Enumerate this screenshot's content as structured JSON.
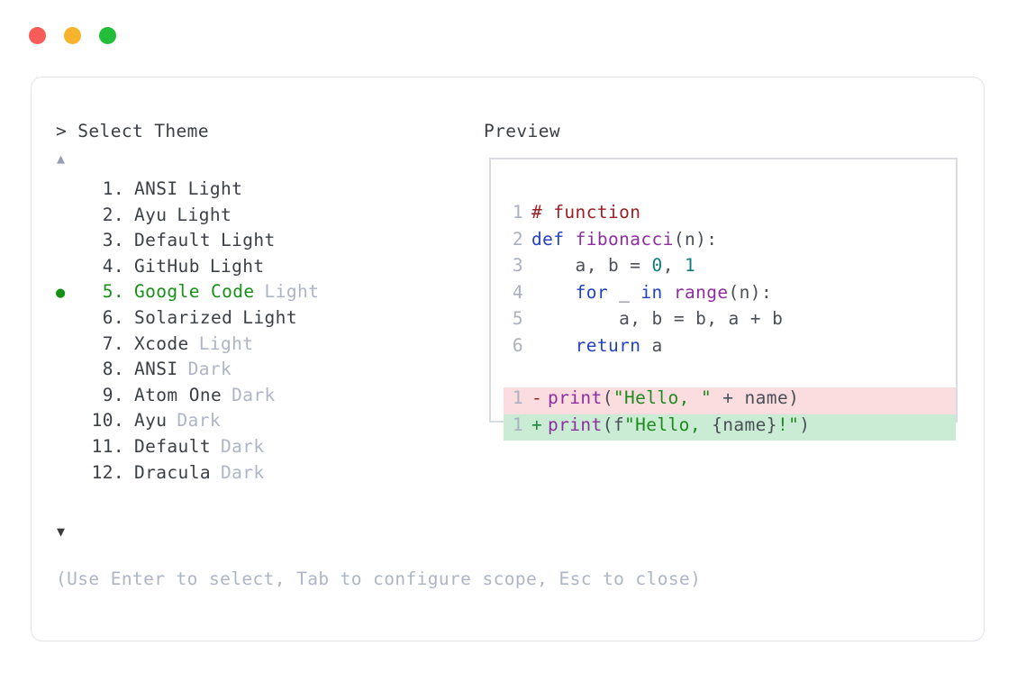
{
  "window": {
    "traffic_lights": [
      {
        "name": "close-button",
        "color": "#f75c58"
      },
      {
        "name": "minimize-button",
        "color": "#f7b32b"
      },
      {
        "name": "maximize-button",
        "color": "#23bd39"
      }
    ]
  },
  "prompt": {
    "title": "> Select Theme",
    "preview_label": "Preview",
    "scroll_up_glyph": "▲",
    "scroll_down_glyph": "▼",
    "selected_bullet": "●",
    "hint": "(Use Enter to select, Tab to configure scope, Esc to close)"
  },
  "themes": [
    {
      "num": "1.",
      "name": "ANSI",
      "variant": "Light",
      "selected": false,
      "variant_strong": true
    },
    {
      "num": "2.",
      "name": "Ayu",
      "variant": "Light",
      "selected": false,
      "variant_strong": true
    },
    {
      "num": "3.",
      "name": "Default",
      "variant": "Light",
      "selected": false,
      "variant_strong": true
    },
    {
      "num": "4.",
      "name": "GitHub",
      "variant": "Light",
      "selected": false,
      "variant_strong": true
    },
    {
      "num": "5.",
      "name": "Google Code",
      "variant": "Light",
      "selected": true,
      "variant_strong": false
    },
    {
      "num": "6.",
      "name": "Solarized",
      "variant": "Light",
      "selected": false,
      "variant_strong": true
    },
    {
      "num": "7.",
      "name": "Xcode",
      "variant": "Light",
      "selected": false,
      "variant_strong": false
    },
    {
      "num": "8.",
      "name": "ANSI",
      "variant": "Dark",
      "selected": false,
      "variant_strong": false
    },
    {
      "num": "9.",
      "name": "Atom One",
      "variant": "Dark",
      "selected": false,
      "variant_strong": false
    },
    {
      "num": "10.",
      "name": "Ayu",
      "variant": "Dark",
      "selected": false,
      "variant_strong": false
    },
    {
      "num": "11.",
      "name": "Default",
      "variant": "Dark",
      "selected": false,
      "variant_strong": false
    },
    {
      "num": "12.",
      "name": "Dracula",
      "variant": "Dark",
      "selected": false,
      "variant_strong": false
    }
  ],
  "preview": {
    "code_lines": [
      {
        "ln": "1",
        "tokens": [
          {
            "t": "# function",
            "c": "comment"
          }
        ]
      },
      {
        "ln": "2",
        "tokens": [
          {
            "t": "def ",
            "c": "keyword"
          },
          {
            "t": "fibonacci",
            "c": "func"
          },
          {
            "t": "(n):",
            "c": "plain"
          }
        ]
      },
      {
        "ln": "3",
        "tokens": [
          {
            "t": "    a, b = ",
            "c": "plain"
          },
          {
            "t": "0",
            "c": "number"
          },
          {
            "t": ", ",
            "c": "plain"
          },
          {
            "t": "1",
            "c": "number"
          }
        ]
      },
      {
        "ln": "4",
        "tokens": [
          {
            "t": "    ",
            "c": "plain"
          },
          {
            "t": "for",
            "c": "keyword"
          },
          {
            "t": " _ ",
            "c": "plain"
          },
          {
            "t": "in",
            "c": "keyword"
          },
          {
            "t": " ",
            "c": "plain"
          },
          {
            "t": "range",
            "c": "func"
          },
          {
            "t": "(n):",
            "c": "plain"
          }
        ]
      },
      {
        "ln": "5",
        "tokens": [
          {
            "t": "        a, b = b, a + b",
            "c": "plain"
          }
        ]
      },
      {
        "ln": "6",
        "tokens": [
          {
            "t": "    ",
            "c": "plain"
          },
          {
            "t": "return",
            "c": "keyword"
          },
          {
            "t": " a",
            "c": "plain"
          }
        ]
      }
    ],
    "diff_lines": [
      {
        "ln": "1",
        "sign": "-",
        "kind": "del",
        "tokens": [
          {
            "t": "print",
            "c": "func"
          },
          {
            "t": "(",
            "c": "plain"
          },
          {
            "t": "\"Hello, \"",
            "c": "string"
          },
          {
            "t": " + name)",
            "c": "plain"
          }
        ]
      },
      {
        "ln": "1",
        "sign": "+",
        "kind": "add",
        "tokens": [
          {
            "t": "print",
            "c": "func"
          },
          {
            "t": "(f",
            "c": "plain"
          },
          {
            "t": "\"Hello, ",
            "c": "string"
          },
          {
            "t": "{name}",
            "c": "plain"
          },
          {
            "t": "!\"",
            "c": "string"
          },
          {
            "t": ")",
            "c": "plain"
          }
        ]
      }
    ]
  },
  "colors": {
    "accent_selected": "#169016",
    "muted_text": "#aeb5c6",
    "body_text": "#3b3f46",
    "diff_del_bg": "#fbdde0",
    "diff_add_bg": "#caebd4",
    "card_border": "#e2e4ea",
    "preview_border": "#d8dae4"
  }
}
